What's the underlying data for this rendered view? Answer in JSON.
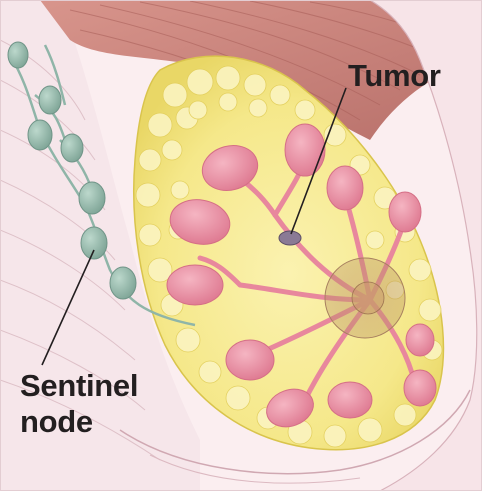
{
  "labels": {
    "tumor": "Tumor",
    "sentinel_node_line1": "Sentinel",
    "sentinel_node_line2": "node"
  },
  "colors": {
    "muscle": "#c8827a",
    "skin": "#f5e1e5",
    "fat_tissue": "#f5e88a",
    "lobules": "#e88a9e",
    "lymph_nodes": "#8fb5a8",
    "tumor": "#8a7a95",
    "label_text": "#231f20"
  }
}
